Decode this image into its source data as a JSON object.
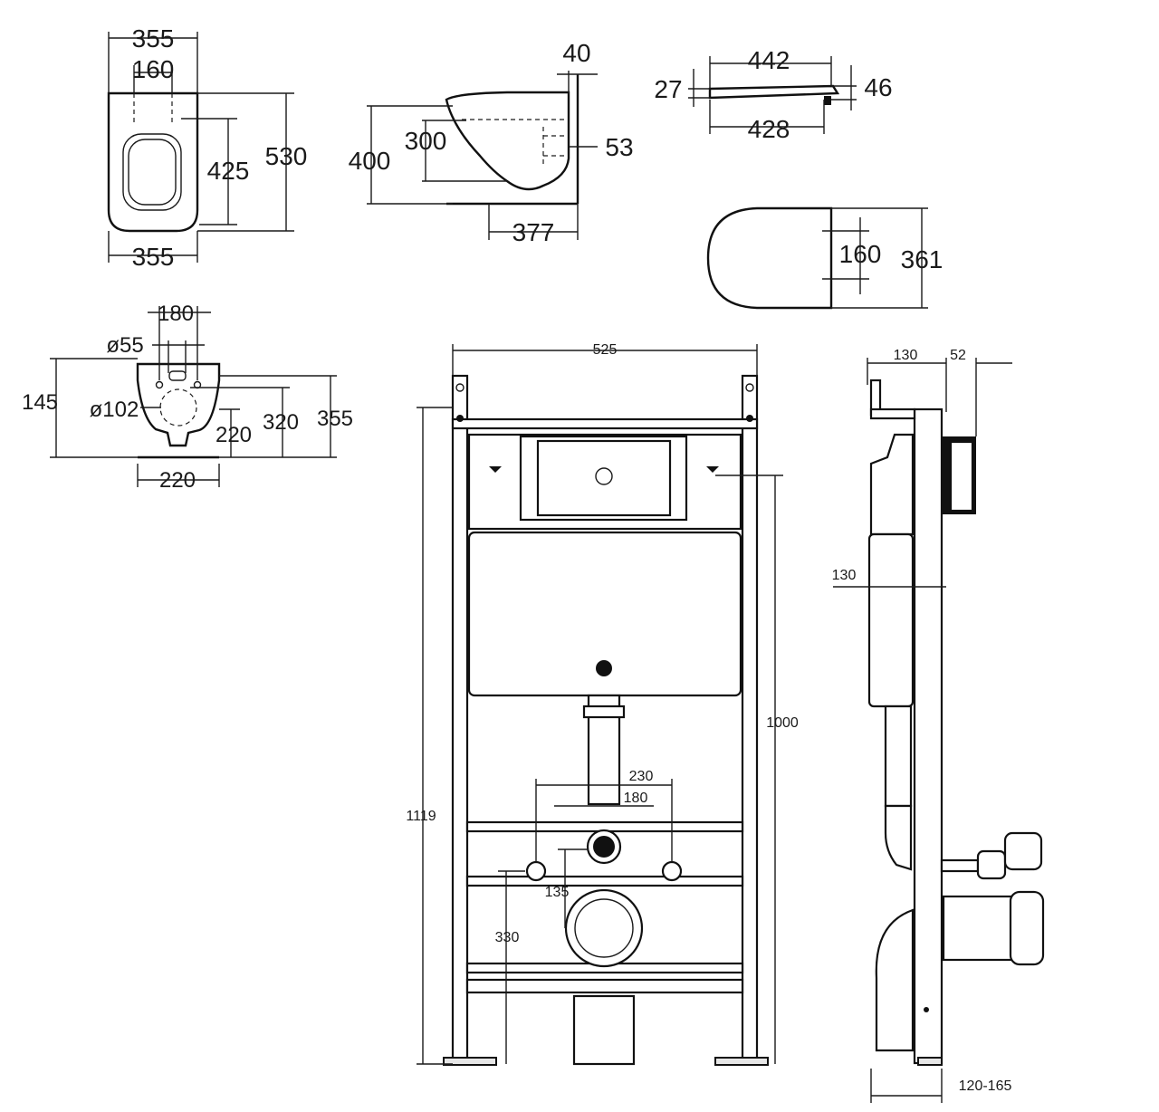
{
  "bowl_top": {
    "width_top": "355",
    "hole_spacing": "160",
    "hole_to_back": "425",
    "length": "530",
    "width_bottom": "355"
  },
  "bowl_side": {
    "height": "400",
    "outlet_height": "300",
    "wall_offset": "40",
    "outlet_depth": "53",
    "projection": "377"
  },
  "seat_side": {
    "length_top": "442",
    "thickness_left": "27",
    "thickness_right": "46",
    "length_bottom": "428"
  },
  "seat_top": {
    "hole_spacing": "160",
    "width": "361"
  },
  "bowl_back": {
    "fixing_spacing": "180",
    "inlet_diameter": "ø55",
    "outlet_diameter": "ø102",
    "height_left": "145",
    "fixing_height": "220",
    "inlet_height": "320",
    "total_height": "355",
    "base_width": "220"
  },
  "frame_front": {
    "width": "525",
    "height": "1119",
    "button_height": "1000",
    "fixing_spacing_outer": "230",
    "fixing_spacing_inner": "180",
    "outlet_offset": "135",
    "outlet_height": "330"
  },
  "frame_side": {
    "depth": "130",
    "button_protrusion": "52",
    "cistern_depth": "130",
    "wall_range": "120-165"
  }
}
